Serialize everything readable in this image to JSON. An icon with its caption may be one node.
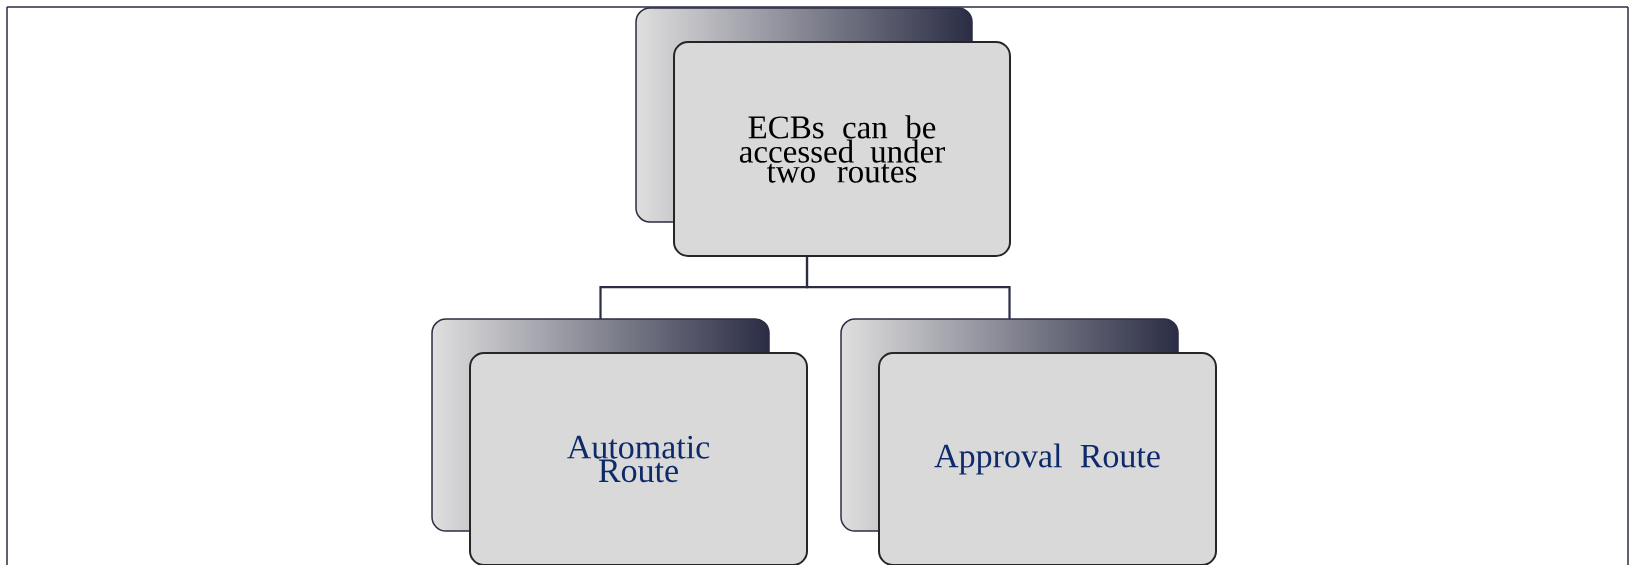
{
  "diagram": {
    "nodes": [
      {
        "text": [
          "ECBs can be accessed under two routes"
        ]
      },
      {
        "text": [
          "Automatic Route"
        ]
      },
      {
        "text": [
          "Approval Route"
        ]
      }
    ],
    "edges": [
      {
        "from": 0,
        "to": 1,
        "arrow": "none"
      },
      {
        "from": 0,
        "to": 2,
        "arrow": "none"
      }
    ]
  }
}
